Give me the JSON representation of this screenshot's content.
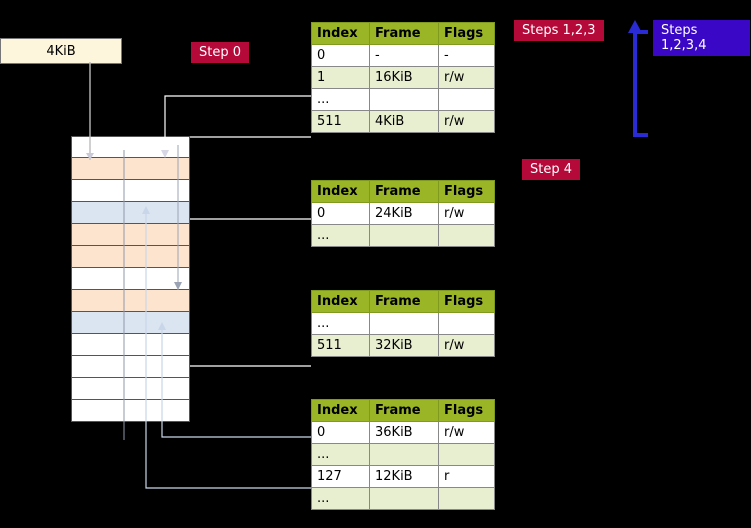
{
  "memory_block": {
    "label": "4KiB",
    "rows": [
      {
        "fill": "white"
      },
      {
        "fill": "orange"
      },
      {
        "fill": "white"
      },
      {
        "fill": "blue"
      },
      {
        "fill": "orange"
      },
      {
        "fill": "orange"
      },
      {
        "fill": "white"
      },
      {
        "fill": "orange"
      },
      {
        "fill": "blue"
      },
      {
        "fill": "white"
      },
      {
        "fill": "white"
      },
      {
        "fill": "white"
      },
      {
        "fill": "white"
      }
    ]
  },
  "labels": {
    "step0": "Step 0",
    "steps123": "Steps 1,2,3",
    "steps1234": "Steps 1,2,3,4",
    "step4": "Step 4"
  },
  "colors": {
    "header_green": "#9ab526",
    "row_shade": "#e8efd0",
    "crimson": "#b5093a",
    "blue": "#3a07c6",
    "arrow_blue": "#2b2bd6"
  },
  "tables": [
    {
      "name": "page-table-1",
      "headers": [
        "Index",
        "Frame",
        "Flags"
      ],
      "rows": [
        {
          "cells": [
            "0",
            "-",
            "-"
          ],
          "shade": false
        },
        {
          "cells": [
            "1",
            "16KiB",
            "r/w"
          ],
          "shade": true
        },
        {
          "cells": [
            "...",
            "",
            ""
          ],
          "shade": false
        },
        {
          "cells": [
            "511",
            "4KiB",
            "r/w"
          ],
          "shade": true
        }
      ]
    },
    {
      "name": "page-table-2",
      "headers": [
        "Index",
        "Frame",
        "Flags"
      ],
      "rows": [
        {
          "cells": [
            "0",
            "24KiB",
            "r/w"
          ],
          "shade": false
        },
        {
          "cells": [
            "...",
            "",
            ""
          ],
          "shade": true
        }
      ]
    },
    {
      "name": "page-table-3",
      "headers": [
        "Index",
        "Frame",
        "Flags"
      ],
      "rows": [
        {
          "cells": [
            "...",
            "",
            ""
          ],
          "shade": false
        },
        {
          "cells": [
            "511",
            "32KiB",
            "r/w"
          ],
          "shade": true
        }
      ]
    },
    {
      "name": "page-table-4",
      "headers": [
        "Index",
        "Frame",
        "Flags"
      ],
      "rows": [
        {
          "cells": [
            "0",
            "36KiB",
            "r/w"
          ],
          "shade": false
        },
        {
          "cells": [
            "...",
            "",
            ""
          ],
          "shade": true
        },
        {
          "cells": [
            "127",
            "12KiB",
            "r"
          ],
          "shade": false
        },
        {
          "cells": [
            "...",
            "",
            ""
          ],
          "shade": true
        }
      ]
    }
  ]
}
